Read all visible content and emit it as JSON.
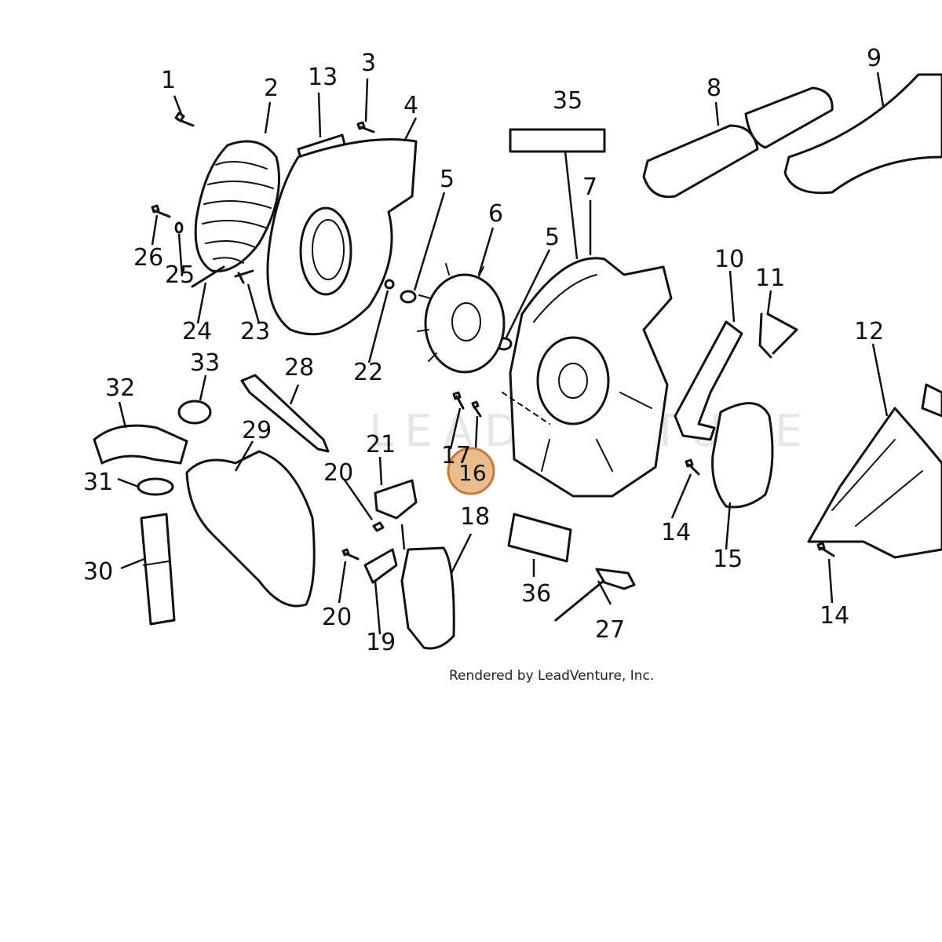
{
  "watermark": "LEADVENTURE",
  "credit": "Rendered by LeadVenture, Inc.",
  "highlight_color": "#e8b07a",
  "highlight_stroke": "#c47a3a",
  "highlighted_part": "16",
  "parts": {
    "p1": "1",
    "p2": "2",
    "p3": "3",
    "p4": "4",
    "p5a": "5",
    "p5b": "5",
    "p6": "6",
    "p7": "7",
    "p8": "8",
    "p9": "9",
    "p10": "10",
    "p11": "11",
    "p12": "12",
    "p13": "13",
    "p14a": "14",
    "p14b": "14",
    "p15": "15",
    "p16": "16",
    "p17": "17",
    "p18": "18",
    "p19": "19",
    "p20a": "20",
    "p20b": "20",
    "p21": "21",
    "p22": "22",
    "p23": "23",
    "p24": "24",
    "p25": "25",
    "p26": "26",
    "p27": "27",
    "p28": "28",
    "p29": "29",
    "p30": "30",
    "p31": "31",
    "p32": "32",
    "p33": "33",
    "p35": "35",
    "p36": "36"
  }
}
